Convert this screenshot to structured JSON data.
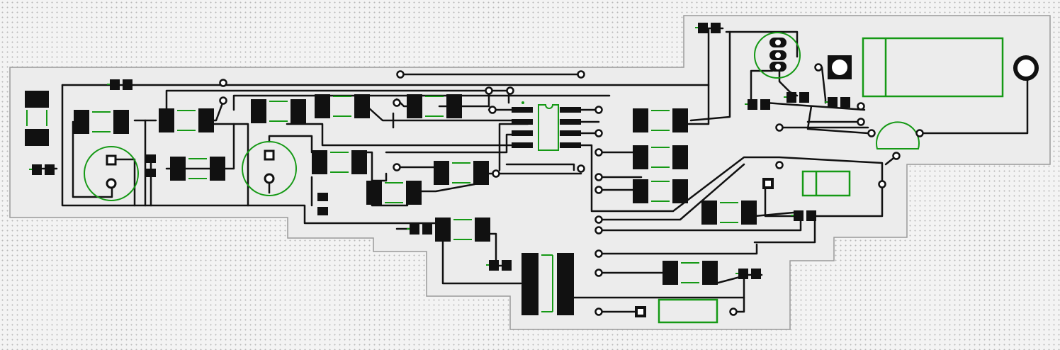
{
  "editor": {
    "view": "pcb-layout",
    "colors": {
      "background": "#f3f3f3",
      "grid_dot": "#b9b9b9",
      "board_fill": "#ececec",
      "board_outline": "#9a9a9a",
      "copper": "#111111",
      "silkscreen": "#159915"
    }
  },
  "board": {
    "components": [
      {
        "name": "smd-resistor",
        "count": 14
      },
      {
        "name": "small-smd-resistor",
        "count": 13
      },
      {
        "name": "electrolytic-capacitor",
        "count": 2
      },
      {
        "name": "potentiometer",
        "count": 1
      },
      {
        "name": "soic-8-ic",
        "count": 1
      },
      {
        "name": "transformer",
        "count": 1
      },
      {
        "name": "connector",
        "count": 3
      },
      {
        "name": "mounting-hole",
        "count": 1
      },
      {
        "name": "transistor-footprint",
        "count": 1
      },
      {
        "name": "diode-outline",
        "count": 1
      },
      {
        "name": "battery-tab",
        "count": 1
      },
      {
        "name": "via",
        "count": 30
      }
    ]
  }
}
